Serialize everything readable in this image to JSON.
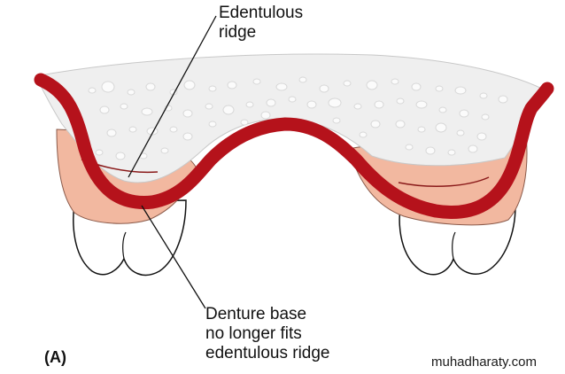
{
  "labels": {
    "top_line1": "Edentulous",
    "top_line2": "ridge",
    "bottom_line1": "Denture base",
    "bottom_line2": "no longer fits",
    "bottom_line3": "edentulous ridge",
    "panel": "(A)"
  },
  "watermark": "muhadharaty.com",
  "colors": {
    "bone": "#efefef",
    "bone_holes": "#d8d8d8",
    "gum": "#f2b8a0",
    "tooth": "#ffffff",
    "denture": "#b5121b",
    "outline": "#111111"
  }
}
